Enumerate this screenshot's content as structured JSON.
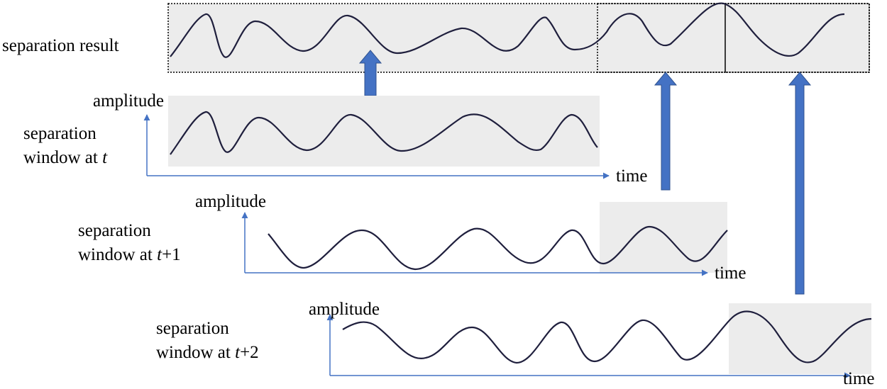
{
  "result": {
    "label": "separation result"
  },
  "windows": [
    {
      "line1": "separation",
      "line2_prefix": "window at ",
      "t_symbol": "t",
      "suffix": "",
      "y_axis_label": "amplitude",
      "x_axis_label": "time"
    },
    {
      "line1": "separation",
      "line2_prefix": "window at ",
      "t_symbol": "t",
      "suffix": "+1",
      "y_axis_label": "amplitude",
      "x_axis_label": "time"
    },
    {
      "line1": "separation",
      "line2_prefix": "window at ",
      "t_symbol": "t",
      "suffix": "+2",
      "y_axis_label": "amplitude",
      "x_axis_label": "time"
    }
  ],
  "colors": {
    "axis": "#4472c4",
    "arrow_fill": "#4472c4",
    "arrow_stroke": "#2f528f",
    "window_fill": "#ececec",
    "wave": "#1f1f3d",
    "text": "#000000"
  }
}
